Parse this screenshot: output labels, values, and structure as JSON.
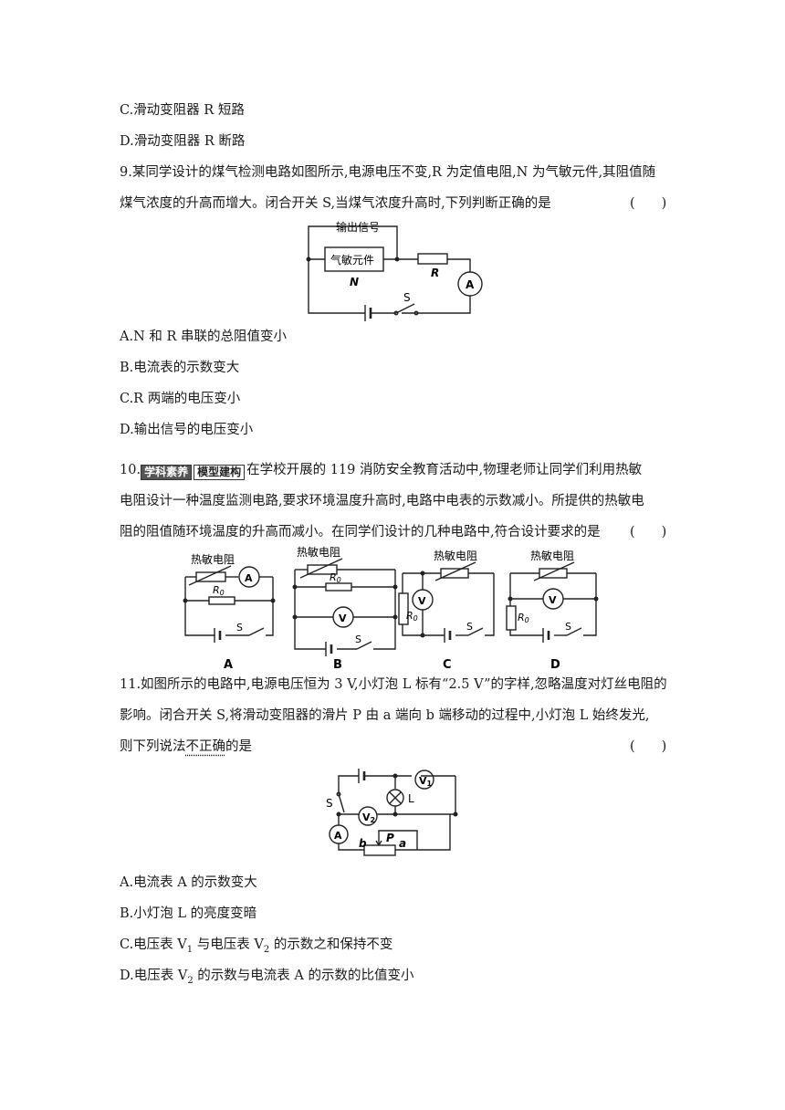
{
  "q8": {
    "optC": "C.滑动变阻器 R 短路",
    "optD": "D.滑动变阻器 R 断路"
  },
  "q9": {
    "line1": "9.某同学设计的煤气检测电路如图所示,电源电压不变,R 为定值电阻,N 为气敏元件,其阻值随",
    "line2": "煤气浓度的升高而增大。闭合开关 S,当煤气浓度升高时,下列判断正确的是",
    "paren": "(　　)",
    "fig": {
      "output": "输出信号",
      "element": "气敏元件",
      "N": "N",
      "R": "R",
      "A": "A",
      "S": "S"
    },
    "optA": "A.N 和 R 串联的总阻值变小",
    "optB": "B.电流表的示数变大",
    "optC": "C.R 两端的电压变小",
    "optD": "D.输出信号的电压变小"
  },
  "q10": {
    "num": "10.",
    "badge1": "学科素养",
    "badge2": "模型建构",
    "line1": "在学校开展的 119 消防安全教育活动中,物理老师让同学们利用热敏",
    "line2": "电阻设计一种温度监测电路,要求环境温度升高时,电路中电表的示数减小。所提供的热敏电",
    "line3": "阻的阻值随环境温度的升高而减小。在同学们设计的几种电路中,符合设计要求的是",
    "paren": "(　　)",
    "fig": {
      "thermistor": "热敏电阻",
      "R0": "R",
      "R0sub": "0",
      "A": "A",
      "V": "V",
      "S": "S",
      "labels": [
        "A",
        "B",
        "C",
        "D"
      ]
    }
  },
  "q11": {
    "line1": "11.如图所示的电路中,电源电压恒为 3 V,小灯泡 L 标有“2.5 V”的字样,忽略温度对灯丝电阻的",
    "line2": "影响。闭合开关 S,将滑动变阻器的滑片 P 由 a 端向 b 端移动的过程中,小灯泡 L 始终发光,",
    "line3a": "则下列说法",
    "line3b": "不正确",
    "line3c": "的是",
    "paren": "(　　)",
    "fig": {
      "V1": "V",
      "V1sub": "1",
      "V2": "V",
      "V2sub": "2",
      "L": "L",
      "S": "S",
      "A": "A",
      "P": "P",
      "a": "a",
      "b": "b"
    },
    "optA": "A.电流表 A 的示数变大",
    "optB": "B.小灯泡 L 的亮度变暗",
    "optC1": "C.电压表 V",
    "optC1sub": "1",
    "optC2": " 与电压表 V",
    "optC2sub": "2",
    "optC3": " 的示数之和保持不变",
    "optD1": "D.电压表 V",
    "optD1sub": "2",
    "optD2": " 的示数与电流表 A 的示数的比值变小"
  }
}
